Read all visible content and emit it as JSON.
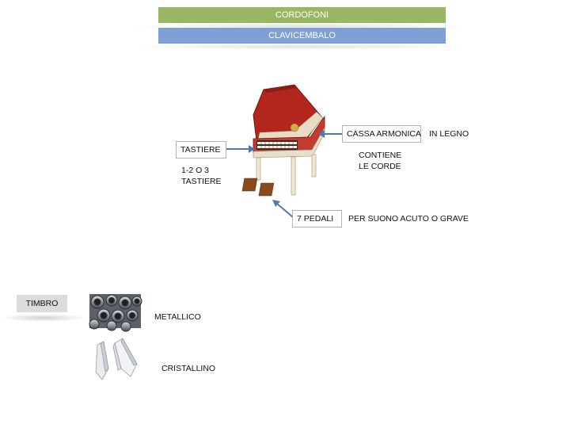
{
  "header": {
    "category": "CORDOFONI",
    "instrument": "CLAVICEMBALO"
  },
  "diagram": {
    "keyboards_label": "TASTIERE",
    "keyboards_note": "1-2 O 3\nTASTIERE",
    "soundbox_label": "CASSA ARMONICA",
    "soundbox_material": "IN LEGNO",
    "soundbox_note": "CONTIENE\nLE CORDE",
    "pedals_label": "7 PEDALI",
    "pedals_note": "PER SUONO ACUTO O GRAVE",
    "image": "harpsichord-illustration"
  },
  "timbre": {
    "label": "TIMBRO",
    "items": [
      {
        "icon": "metal-pipes-image",
        "label": "METALLICO"
      },
      {
        "icon": "crystal-image",
        "label": "CRISTALLINO"
      }
    ]
  },
  "colors": {
    "green_bar": "#97b763",
    "blue_bar": "#7f9fd7",
    "arrow": "#4f76b8",
    "harpsichord_red": "#b3261d"
  }
}
